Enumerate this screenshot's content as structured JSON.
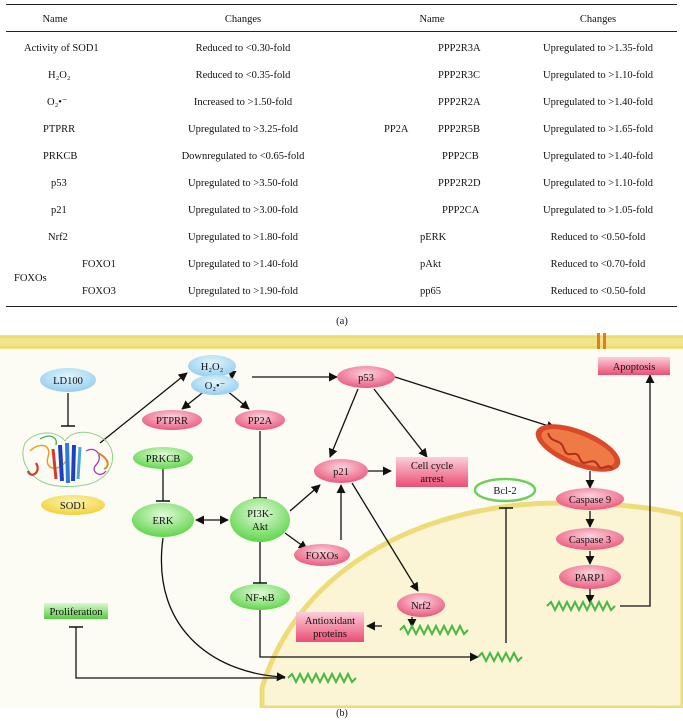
{
  "table": {
    "headers": {
      "name_left": "Name",
      "changes_left": "Changes",
      "name_right": "Name",
      "changes_right": "Changes"
    },
    "left_rows": [
      {
        "name": "Activity of SOD1",
        "change": "Reduced to <0.30-fold"
      },
      {
        "name": "H₂O₂",
        "change": "Reduced to <0.35-fold"
      },
      {
        "name": "O₂•⁻",
        "change": "Increased to >1.50-fold"
      },
      {
        "name": "PTPRR",
        "change": "Upregulated to >3.25-fold"
      },
      {
        "name": "PRKCB",
        "change": "Downregulated to <0.65-fold"
      },
      {
        "name": "p53",
        "change": "Upregulated to >3.50-fold"
      },
      {
        "name": "p21",
        "change": "Upregulated to >3.00-fold"
      },
      {
        "name": "Nrf2",
        "change": "Upregulated to >1.80-fold"
      },
      {
        "name": "FOXO1",
        "change": "Upregulated to >1.40-fold"
      },
      {
        "name": "FOXO3",
        "change": "Upregulated to >1.90-fold"
      }
    ],
    "foxos_group": "FOXOs",
    "pp2a_group": "PP2A",
    "right_rows": [
      {
        "name": "PPP2R3A",
        "change": "Upregulated to >1.35-fold"
      },
      {
        "name": "PPP2R3C",
        "change": "Upregulated to >1.10-fold"
      },
      {
        "name": "PPP2R2A",
        "change": "Upregulated to >1.40-fold"
      },
      {
        "name": "PPP2R5B",
        "change": "Upregulated to >1.65-fold"
      },
      {
        "name": "PPP2CB",
        "change": "Upregulated to >1.40-fold"
      },
      {
        "name": "PPP2R2D",
        "change": "Upregulated to >1.10-fold"
      },
      {
        "name": "PPP2CA",
        "change": "Upregulated to >1.05-fold"
      },
      {
        "name": "pERK",
        "change": "Reduced to <0.50-fold"
      },
      {
        "name": "pAkt",
        "change": "Reduced to <0.70-fold"
      },
      {
        "name": "pp65",
        "change": "Reduced to <0.50-fold"
      }
    ],
    "panel_label": "(a)"
  },
  "diagram": {
    "panel_label": "(b)",
    "nodes": {
      "ld100": "LD100",
      "sod1": "SOD1",
      "h2o2": "H₂O₂",
      "superoxide": "O₂•⁻",
      "p53": "p53",
      "apoptosis": "Apoptosis",
      "ptprr": "PTPRR",
      "pp2a": "PP2A",
      "prkcb": "PRKCB",
      "bcl2": "Bcl-2",
      "p21": "p21",
      "cell_cycle_arrest_line1": "Cell cycle",
      "cell_cycle_arrest_line2": "arrest",
      "caspase9": "Caspase 9",
      "erk": "ERK",
      "pi3k_akt_line1": "PI3K-",
      "pi3k_akt_line2": "Akt",
      "foxos": "FOXOs",
      "caspase3": "Caspase 3",
      "parp1": "PARP1",
      "nfkb": "NF-κB",
      "nrf2": "Nrf2",
      "proliferation": "Proliferation",
      "antioxidant_line1": "Antioxidant",
      "antioxidant_line2": "proteins"
    },
    "colors": {
      "membrane": "#f0e27a",
      "nucleus_fill": "#fbf6d8",
      "blue_node": "#9fd3f0",
      "pink_node": "#f06a8a",
      "green_node": "#7ee06a",
      "yellow_node": "#f4d84a",
      "dna": "#49b843",
      "mitochondrion": "#d94a2a"
    }
  }
}
